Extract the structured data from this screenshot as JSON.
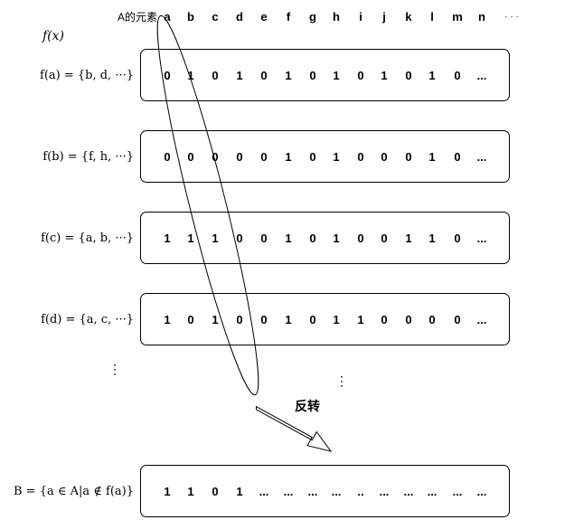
{
  "header": {
    "label": "A的元素",
    "letters": [
      "a",
      "b",
      "c",
      "d",
      "e",
      "f",
      "g",
      "h",
      "i",
      "j",
      "k",
      "l",
      "m",
      "n"
    ],
    "ellipsis": "· · ·"
  },
  "fx_label": "f(x)",
  "rows": [
    {
      "label": "f(a) = {b, d, ···}",
      "values": [
        "0",
        "1",
        "0",
        "1",
        "0",
        "1",
        "0",
        "1",
        "0",
        "1",
        "0",
        "1",
        "0",
        "..."
      ]
    },
    {
      "label": "f(b) = {f, h, ···}",
      "values": [
        "0",
        "0",
        "0",
        "0",
        "0",
        "1",
        "0",
        "1",
        "0",
        "0",
        "0",
        "1",
        "0",
        "..."
      ]
    },
    {
      "label": "f(c) = {a, b, ···}",
      "values": [
        "1",
        "1",
        "1",
        "0",
        "0",
        "1",
        "0",
        "1",
        "0",
        "0",
        "1",
        "1",
        "0",
        "..."
      ]
    },
    {
      "label": "f(d) = {a, c, ···}",
      "values": [
        "1",
        "0",
        "1",
        "0",
        "0",
        "1",
        "0",
        "1",
        "1",
        "0",
        "0",
        "0",
        "0",
        "..."
      ]
    }
  ],
  "row_vdots": "⋮",
  "box_vdots": "⋮",
  "flip_label": "反转",
  "result": {
    "label": "B = {a ∈ A|a ∉ f(a)}",
    "values": [
      "1",
      "1",
      "0",
      "1",
      "...",
      "...",
      "...",
      "...",
      "..",
      "...",
      "...",
      "...",
      "...",
      "..."
    ]
  }
}
